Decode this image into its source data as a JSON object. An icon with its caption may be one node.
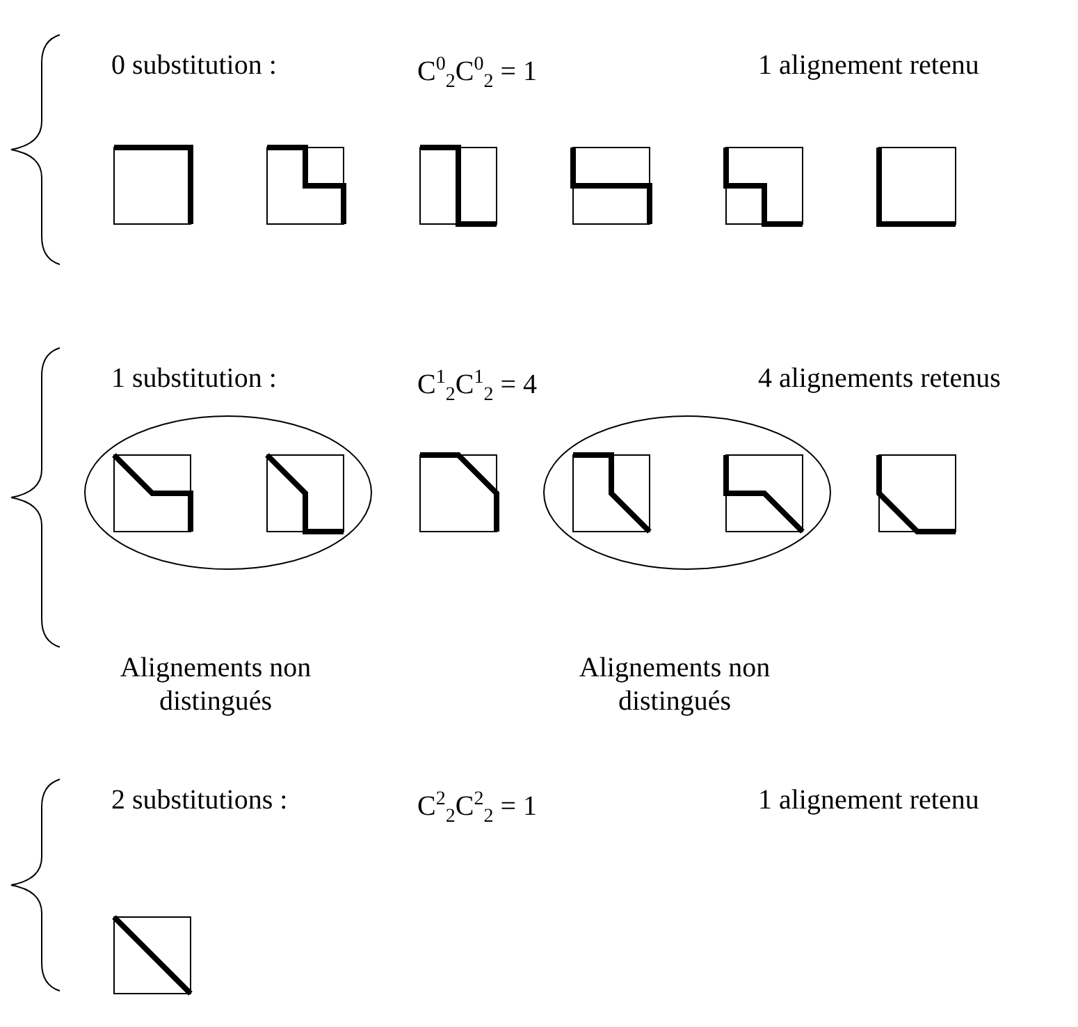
{
  "diagram": {
    "labels": [
      "0 substitution :",
      "C$^{0}$$_{2}$C$^{0}$$_{2}$ = 1",
      "1 alignement retenu",
      "1 substitution :",
      "C$^{1}$$_{2}$C$^{1}$$_{2}$ = 4",
      "4 alignements retenus",
      "Alignements non distingués",
      "Alignements non distingués",
      "2 substitutions :",
      "C$^{2}$$_{2}$C$^{2}$$_{2}$ = 1",
      "1 alignement retenu"
    ]
  }
}
